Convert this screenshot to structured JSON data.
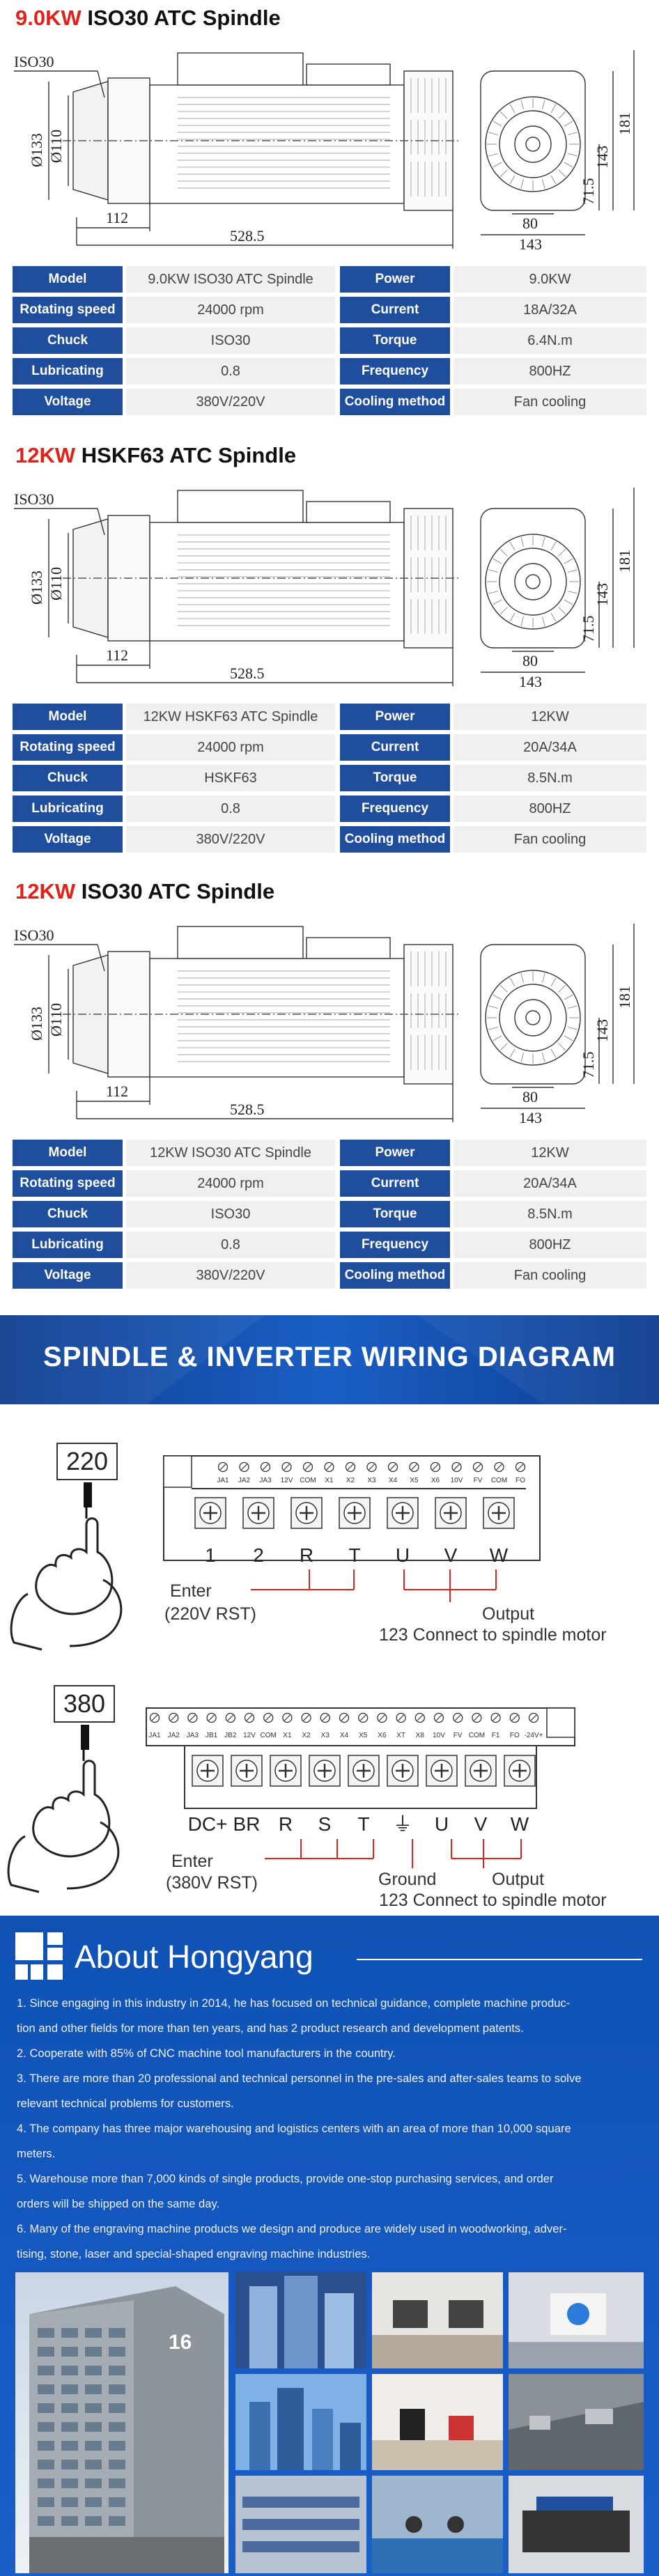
{
  "spindles": [
    {
      "title_power": "9.0KW",
      "title_name": "ISO30 ATC Spindle",
      "dims": {
        "tool": "ISO30",
        "d1": "Ø133",
        "d2": "Ø110",
        "len1": "112",
        "len_total": "528.5",
        "side_w": "80",
        "side_total": "143",
        "h1": "71.5",
        "h2": "143",
        "h3": "181"
      },
      "specs": [
        {
          "label": "Model",
          "value": "9.0KW ISO30 ATC Spindle",
          "label2": "Power",
          "value2": "9.0KW"
        },
        {
          "label": "Rotating speed",
          "value": "24000 rpm",
          "label2": "Current",
          "value2": "18A/32A"
        },
        {
          "label": "Chuck",
          "value": "ISO30",
          "label2": "Torque",
          "value2": "6.4N.m"
        },
        {
          "label": "Lubricating",
          "value": "0.8",
          "label2": "Frequency",
          "value2": "800HZ"
        },
        {
          "label": "Voltage",
          "value": "380V/220V",
          "label2": "Cooling method",
          "value2": "Fan cooling"
        }
      ]
    },
    {
      "title_power": "12KW",
      "title_name": "HSKF63 ATC Spindle",
      "dims": {
        "tool": "ISO30",
        "d1": "Ø133",
        "d2": "Ø110",
        "len1": "112",
        "len_total": "528.5",
        "side_w": "80",
        "side_total": "143",
        "h1": "71.5",
        "h2": "143",
        "h3": "181"
      },
      "specs": [
        {
          "label": "Model",
          "value": "12KW HSKF63 ATC Spindle",
          "label2": "Power",
          "value2": "12KW"
        },
        {
          "label": "Rotating speed",
          "value": "24000 rpm",
          "label2": "Current",
          "value2": "20A/34A"
        },
        {
          "label": "Chuck",
          "value": "HSKF63",
          "label2": "Torque",
          "value2": "8.5N.m"
        },
        {
          "label": "Lubricating",
          "value": "0.8",
          "label2": "Frequency",
          "value2": "800HZ"
        },
        {
          "label": "Voltage",
          "value": "380V/220V",
          "label2": "Cooling method",
          "value2": "Fan cooling"
        }
      ]
    },
    {
      "title_power": "12KW",
      "title_name": "ISO30 ATC Spindle",
      "dims": {
        "tool": "ISO30",
        "d1": "Ø133",
        "d2": "Ø110",
        "len1": "112",
        "len_total": "528.5",
        "side_w": "80",
        "side_total": "143",
        "h1": "71.5",
        "h2": "143",
        "h3": "181"
      },
      "specs": [
        {
          "label": "Model",
          "value": "12KW ISO30 ATC Spindle",
          "label2": "Power",
          "value2": "12KW"
        },
        {
          "label": "Rotating speed",
          "value": "24000 rpm",
          "label2": "Current",
          "value2": "20A/34A"
        },
        {
          "label": "Chuck",
          "value": "ISO30",
          "label2": "Torque",
          "value2": "8.5N.m"
        },
        {
          "label": "Lubricating",
          "value": "0.8",
          "label2": "Frequency",
          "value2": "800HZ"
        },
        {
          "label": "Voltage",
          "value": "380V/220V",
          "label2": "Cooling method",
          "value2": "Fan cooling"
        }
      ]
    }
  ],
  "wiring": {
    "title": "SPINDLE & INVERTER WIRING DIAGRAM",
    "v220": {
      "voltage": "220",
      "terminals_top": [
        "JA1",
        "JA2",
        "JA3",
        "12V",
        "COM",
        "X1",
        "X2",
        "X3",
        "X4",
        "X5",
        "X6",
        "10V",
        "FV",
        "COM",
        "FO"
      ],
      "terminals_bottom": [
        "1",
        "2",
        "R",
        "T",
        "U",
        "V",
        "W"
      ],
      "enter": "Enter",
      "enter_sub": "(220V RST)",
      "output": "Output",
      "output_sub": "123 Connect to spindle motor"
    },
    "v380": {
      "voltage": "380",
      "terminals_top": [
        "JA1",
        "JA2",
        "JA3",
        "JB1",
        "JB2",
        "12V",
        "COM",
        "X1",
        "X2",
        "X3",
        "X4",
        "X5",
        "X6",
        "XT",
        "X8",
        "10V",
        "FV",
        "COM",
        "F1",
        "FO",
        "-24V+"
      ],
      "terminals_bottom": [
        "DC+",
        "BR",
        "R",
        "S",
        "T",
        "⏚",
        "U",
        "V",
        "W"
      ],
      "enter": "Enter",
      "enter_sub": "(380V RST)",
      "ground": "Ground",
      "output": "Output",
      "output_sub": "123 Connect to spindle motor"
    }
  },
  "about": {
    "title": "About Hongyang",
    "paragraphs": [
      "1. Since engaging in this industry in 2014, he has focused on technical guidance, complete machine produc-",
      "tion and other fields for more than ten years, and has 2 product research and development patents.",
      "2. Cooperate with 85% of CNC machine tool manufacturers in the country.",
      "3. There are more than 20 professional and technical personnel in the pre-sales and after-sales teams to solve",
      "relevant technical problems for customers.",
      "4. The company has three major warehousing and logistics centers with an area of more than 10,000 square",
      "meters.",
      "5. Warehouse more than 7,000 kinds of single products, provide one-stop purchasing services, and order",
      "orders will be shipped on the same day.",
      "6. Many of the engraving machine products we design and produce are widely used in woodworking, adver-",
      "tising, stone, laser and special-shaped engraving machine industries."
    ],
    "building_sign": "16"
  },
  "colors": {
    "title_red": "#e32119",
    "label_blue": "#1e4e9c",
    "value_bg": "#f0f0f0",
    "about_blue": "#1659c2"
  }
}
